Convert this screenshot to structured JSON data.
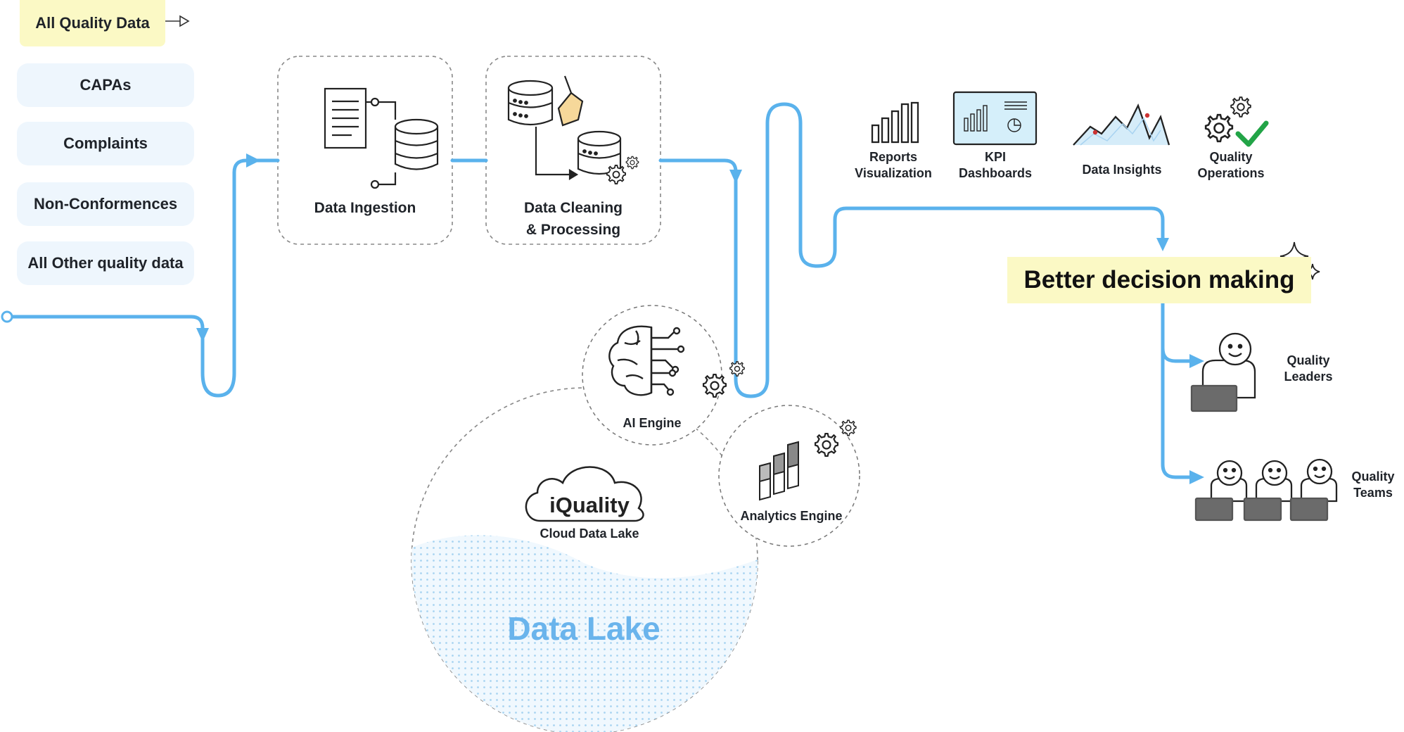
{
  "sources": {
    "header": "All Quality Data",
    "items": [
      "CAPAs",
      "Complaints",
      "Non-Conformences",
      "All Other quality data"
    ]
  },
  "steps": {
    "ingestion": "Data Ingestion",
    "cleaning_line1": "Data Cleaning",
    "cleaning_line2": "& Processing"
  },
  "engines": {
    "ai": "AI Engine",
    "analytics": "Analytics Engine"
  },
  "lake": {
    "logo_text": "iQuality",
    "subtitle": "Cloud Data Lake",
    "title": "Data Lake"
  },
  "outputs": [
    {
      "line1": "Reports",
      "line2": "Visualization"
    },
    {
      "line1": "KPI",
      "line2": "Dashboards"
    },
    {
      "line1": "Data Insights",
      "line2": ""
    },
    {
      "line1": "Quality",
      "line2": "Operations"
    }
  ],
  "decision": "Better decision making",
  "audience": {
    "leaders_line1": "Quality",
    "leaders_line2": "Leaders",
    "teams_line1": "Quality",
    "teams_line2": "Teams"
  },
  "colors": {
    "flow": "#5ab2ec",
    "highlight": "#fbf9c5",
    "pill": "#eef6fd",
    "lake": "#6ab4ec",
    "check": "#22a447",
    "dashboard": "#d5effa"
  }
}
